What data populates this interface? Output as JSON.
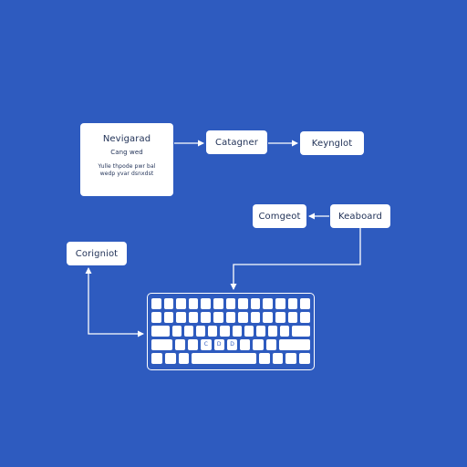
{
  "canvas": {
    "background": "#2e5bbf",
    "line_color": "#ffffff"
  },
  "nodes": {
    "main": {
      "title": "Nevigarad",
      "subtitle": "Cang wed",
      "body_line1": "Yulle thpode pwr bal",
      "body_line2": "wedp yvar dsnxdst"
    },
    "categorier": {
      "label": "Catagner"
    },
    "keylist": {
      "label": "Keynglot"
    },
    "compart": {
      "label": "Comgeot"
    },
    "keyboard_label": {
      "label": "Keaboard"
    },
    "configurator": {
      "label": "Corigniot"
    }
  },
  "keyboard": {
    "rows": [
      {
        "keys": [
          {
            "label": "",
            "w": 1
          },
          {
            "label": "",
            "w": 1
          },
          {
            "label": "",
            "w": 1
          },
          {
            "label": "",
            "w": 1
          },
          {
            "label": "",
            "w": 1
          },
          {
            "label": "",
            "w": 1
          },
          {
            "label": "",
            "w": 1
          },
          {
            "label": "",
            "w": 1
          },
          {
            "label": "",
            "w": 1
          },
          {
            "label": "",
            "w": 1
          },
          {
            "label": "",
            "w": 1
          },
          {
            "label": "",
            "w": 1
          },
          {
            "label": "",
            "w": 1
          }
        ]
      },
      {
        "keys": [
          {
            "label": "",
            "w": 1
          },
          {
            "label": "",
            "w": 1
          },
          {
            "label": "",
            "w": 1
          },
          {
            "label": "",
            "w": 1
          },
          {
            "label": "",
            "w": 1
          },
          {
            "label": "",
            "w": 1
          },
          {
            "label": "",
            "w": 1
          },
          {
            "label": "",
            "w": 1
          },
          {
            "label": "",
            "w": 1
          },
          {
            "label": "",
            "w": 1
          },
          {
            "label": "",
            "w": 1
          },
          {
            "label": "",
            "w": 1
          },
          {
            "label": "",
            "w": 1
          }
        ]
      },
      {
        "keys": [
          {
            "label": "",
            "w": 2
          },
          {
            "label": "",
            "w": 1
          },
          {
            "label": "",
            "w": 1
          },
          {
            "label": "",
            "w": 1
          },
          {
            "label": "",
            "w": 1
          },
          {
            "label": "",
            "w": 1
          },
          {
            "label": "",
            "w": 1
          },
          {
            "label": "",
            "w": 1
          },
          {
            "label": "",
            "w": 1
          },
          {
            "label": "",
            "w": 1
          },
          {
            "label": "",
            "w": 1
          },
          {
            "label": "",
            "w": 2
          }
        ]
      },
      {
        "keys": [
          {
            "label": "",
            "w": 2
          },
          {
            "label": "",
            "w": 1
          },
          {
            "label": "",
            "w": 1
          },
          {
            "label": "C",
            "w": 1
          },
          {
            "label": "D",
            "w": 1
          },
          {
            "label": "D",
            "w": 1
          },
          {
            "label": "",
            "w": 1
          },
          {
            "label": "",
            "w": 1
          },
          {
            "label": "",
            "w": 1
          },
          {
            "label": "",
            "w": 3
          }
        ]
      },
      {
        "keys": [
          {
            "label": "",
            "w": 1
          },
          {
            "label": "",
            "w": 1
          },
          {
            "label": "",
            "w": 1
          },
          {
            "label": "",
            "w": 6
          },
          {
            "label": "",
            "w": 1
          },
          {
            "label": "",
            "w": 1
          },
          {
            "label": "",
            "w": 1
          },
          {
            "label": "",
            "w": 1
          }
        ]
      }
    ]
  }
}
